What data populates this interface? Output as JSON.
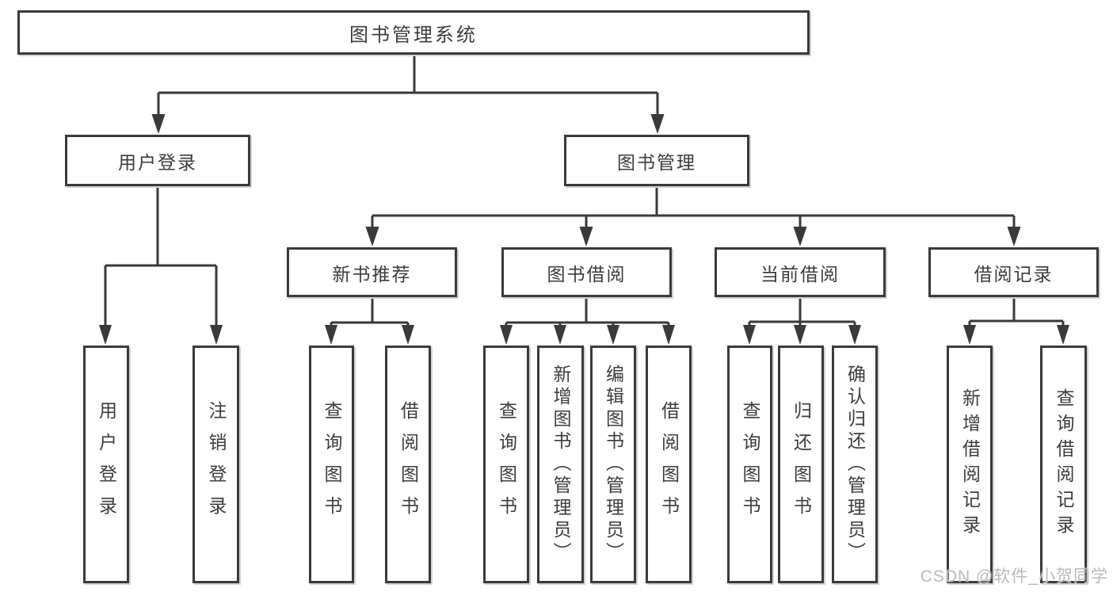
{
  "diagram": {
    "root": {
      "label": "图书管理系统"
    },
    "level2": [
      {
        "label": "用户登录"
      },
      {
        "label": "图书管理"
      }
    ],
    "level3": [
      {
        "label": "新书推荐"
      },
      {
        "label": "图书借阅"
      },
      {
        "label": "当前借阅"
      },
      {
        "label": "借阅记录"
      }
    ],
    "leaves": {
      "user_login": [
        "用户登录",
        "注销登录"
      ],
      "new_book": [
        "查询图书",
        "借阅图书"
      ],
      "book_borrow": [
        "查询图书",
        "新增图书（管理员）",
        "编辑图书（管理员）",
        "借阅图书"
      ],
      "current_borrow": [
        "查询图书",
        "归还图书",
        "确认归还（管理员）"
      ],
      "borrow_record": [
        "新增借阅记录",
        "查询借阅记录"
      ]
    }
  },
  "watermark": {
    "text": "CSDN @软件_小贺同学"
  },
  "colors": {
    "line": "#3a3a3a",
    "box_bg": "#ffffff",
    "text": "#3c3c3c",
    "watermark": "#b9b9b9"
  }
}
